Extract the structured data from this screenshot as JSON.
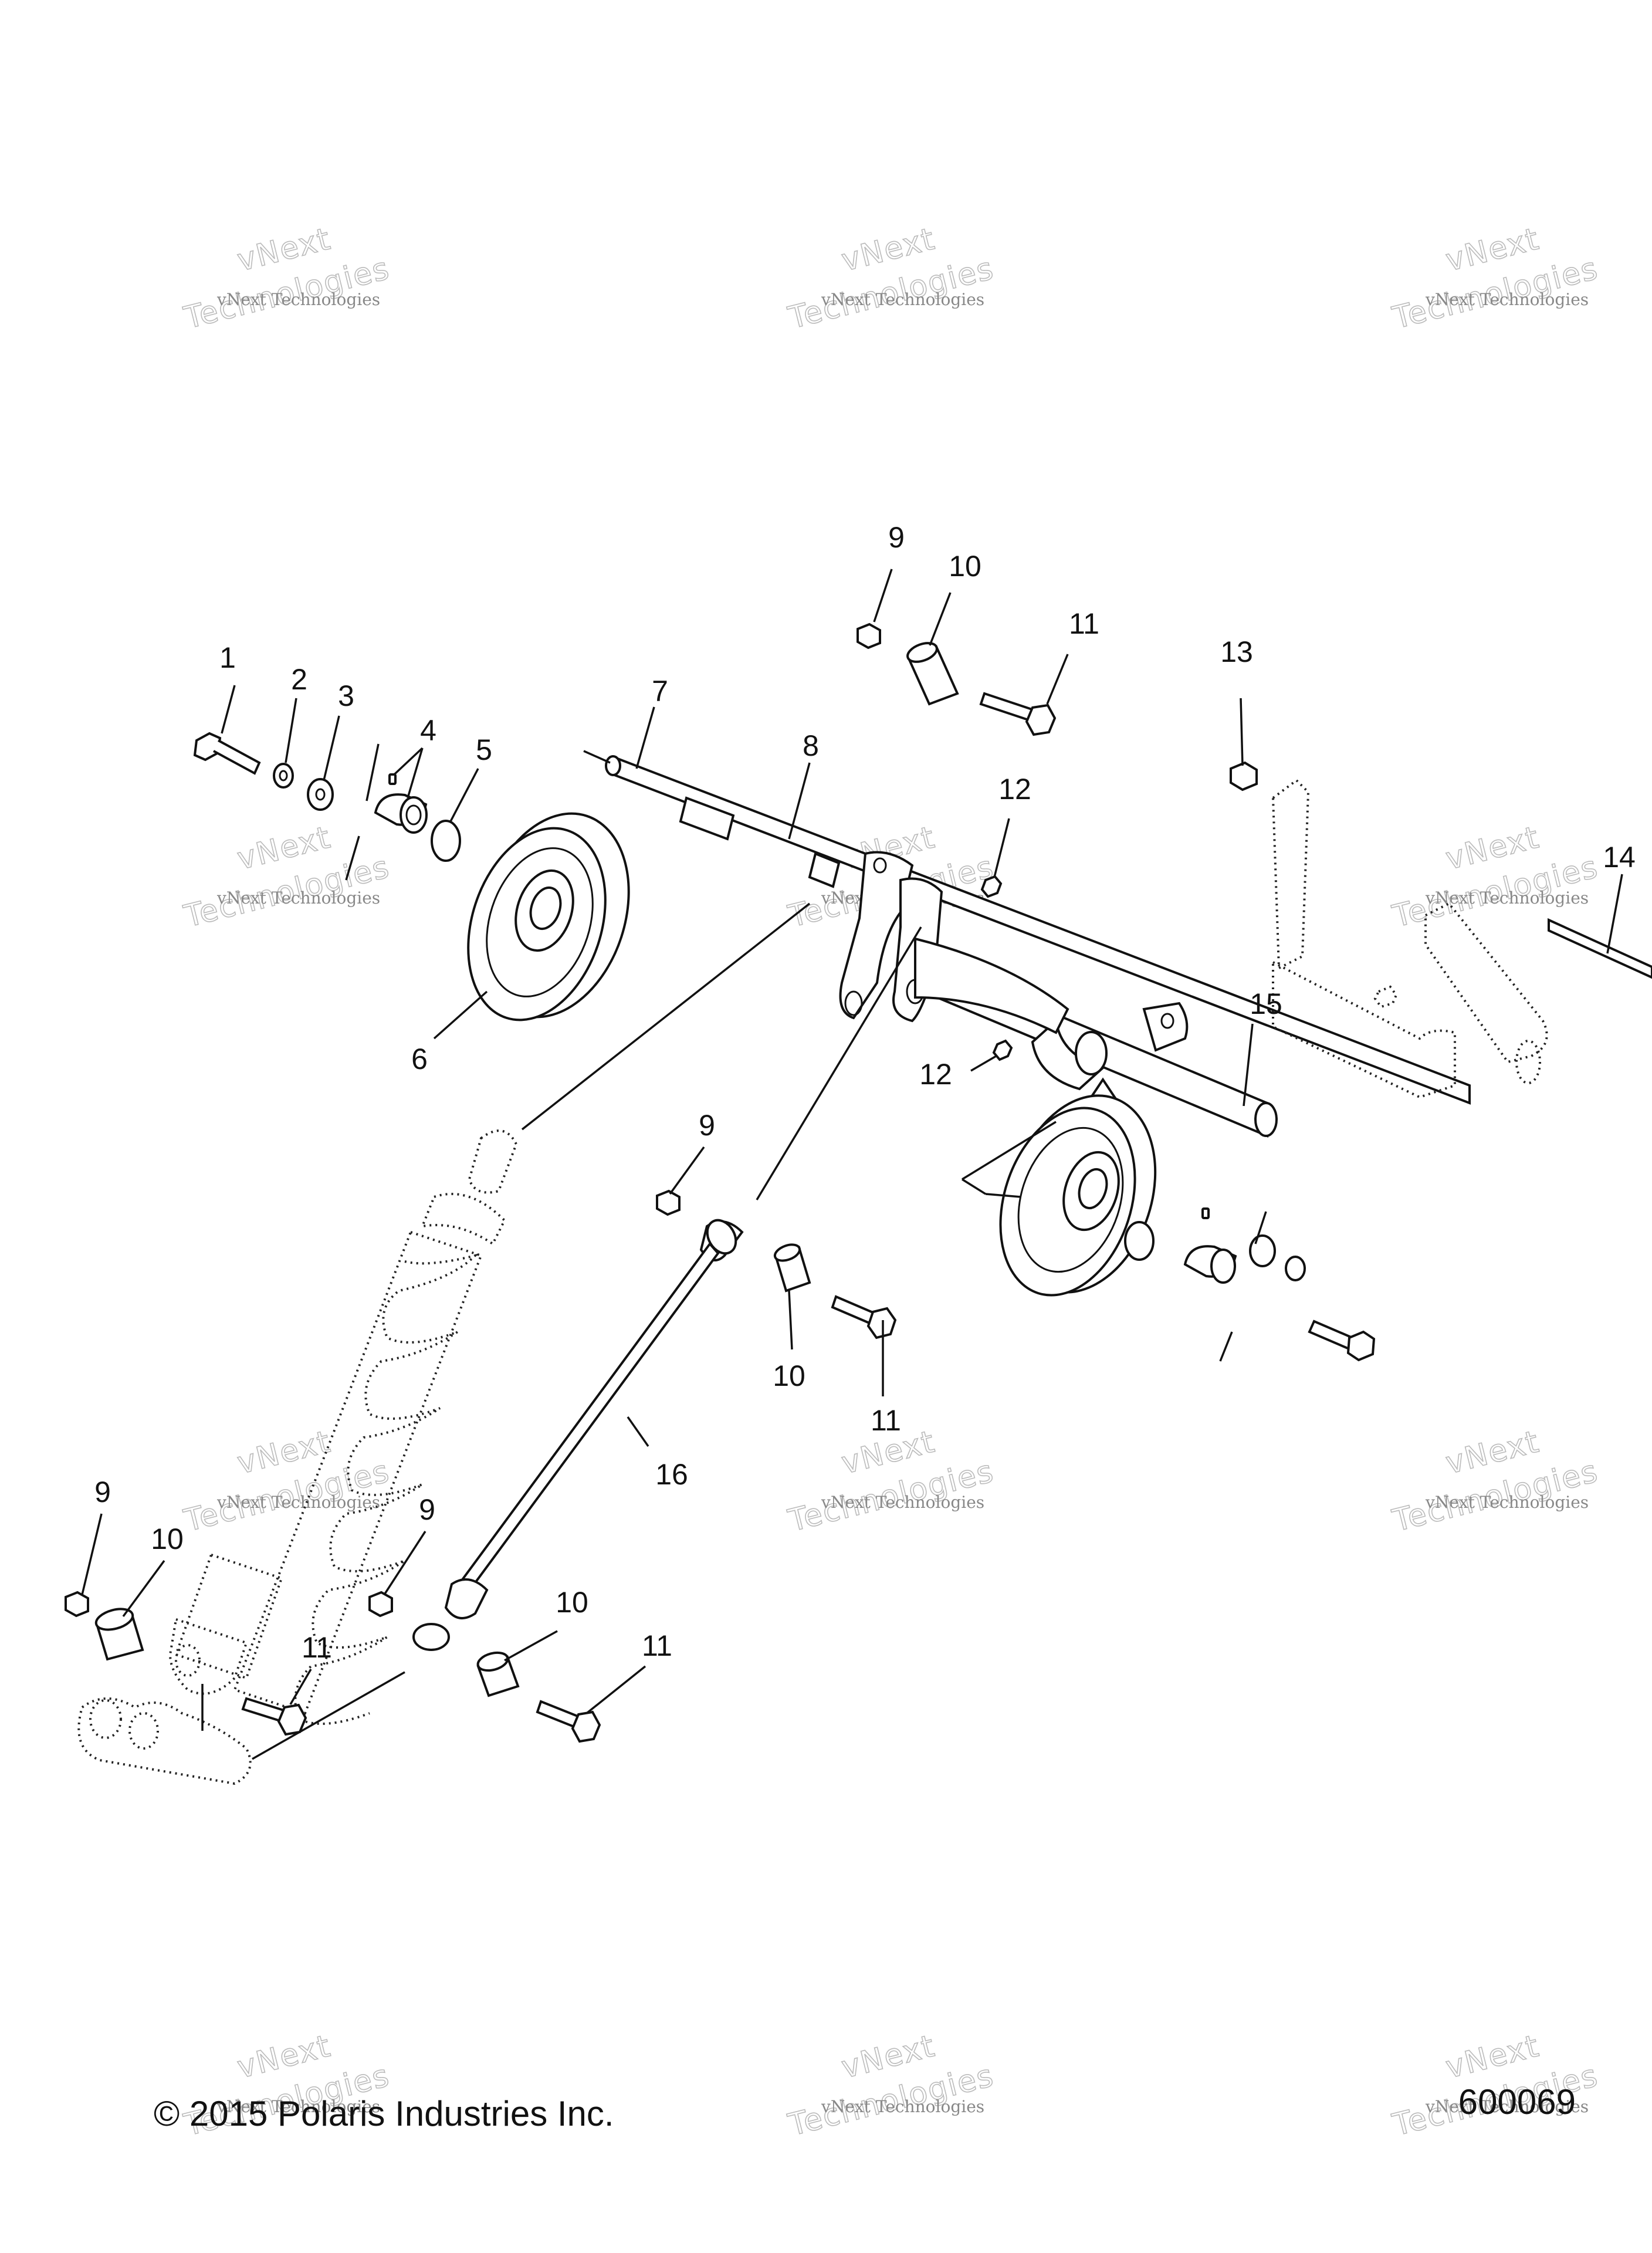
{
  "watermark": {
    "line1": "vNext Technologies",
    "line2": "vNext",
    "line3": "Technologies"
  },
  "callouts": [
    {
      "id": "c1",
      "label": "1"
    },
    {
      "id": "c2",
      "label": "2"
    },
    {
      "id": "c3",
      "label": "3"
    },
    {
      "id": "c4",
      "label": "4"
    },
    {
      "id": "c5",
      "label": "5"
    },
    {
      "id": "c6",
      "label": "6"
    },
    {
      "id": "c7",
      "label": "7"
    },
    {
      "id": "c8",
      "label": "8"
    },
    {
      "id": "c9a",
      "label": "9"
    },
    {
      "id": "c10a",
      "label": "10"
    },
    {
      "id": "c11a",
      "label": "11"
    },
    {
      "id": "c12a",
      "label": "12"
    },
    {
      "id": "c13",
      "label": "13"
    },
    {
      "id": "c14",
      "label": "14"
    },
    {
      "id": "c15",
      "label": "15"
    },
    {
      "id": "c12b",
      "label": "12"
    },
    {
      "id": "c9b",
      "label": "9"
    },
    {
      "id": "c10b",
      "label": "10"
    },
    {
      "id": "c11b",
      "label": "11"
    },
    {
      "id": "c16",
      "label": "16"
    },
    {
      "id": "c9c",
      "label": "9"
    },
    {
      "id": "c10c",
      "label": "10"
    },
    {
      "id": "c9d",
      "label": "9"
    },
    {
      "id": "c11c",
      "label": "11"
    },
    {
      "id": "c10d",
      "label": "10"
    },
    {
      "id": "c11d",
      "label": "11"
    }
  ],
  "footer": {
    "copyright": "© 2015 Polaris Industries Inc.",
    "figure_number": "600069"
  }
}
